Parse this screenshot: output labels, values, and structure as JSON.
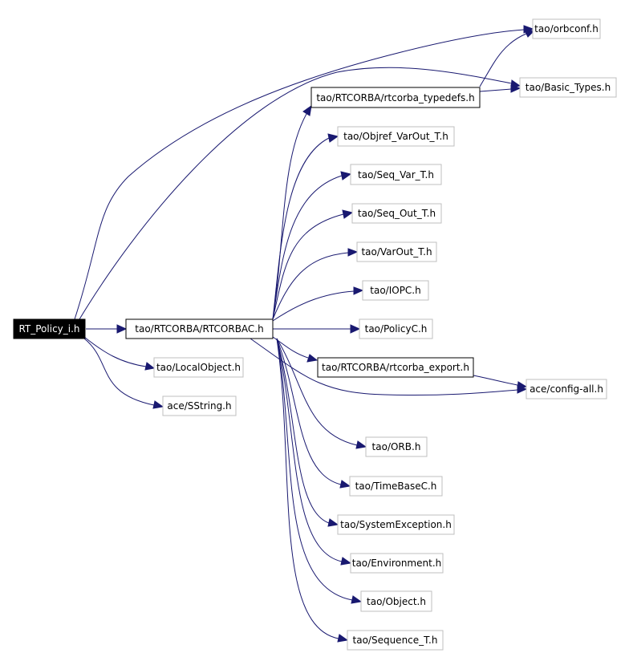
{
  "graph": {
    "nodes": {
      "root": "RT_Policy_i.h",
      "rtcorbac": "tao/RTCORBA/RTCORBAC.h",
      "typedefs": "tao/RTCORBA/rtcorba_typedefs.h",
      "export": "tao/RTCORBA/rtcorba_export.h",
      "orbconf": "tao/orbconf.h",
      "basic_types": "tao/Basic_Types.h",
      "objref_varout": "tao/Objref_VarOut_T.h",
      "seq_var": "tao/Seq_Var_T.h",
      "seq_out": "tao/Seq_Out_T.h",
      "varout": "tao/VarOut_T.h",
      "iopc": "tao/IOPC.h",
      "policyc": "tao/PolicyC.h",
      "config_all": "ace/config-all.h",
      "orb": "tao/ORB.h",
      "timebasec": "tao/TimeBaseC.h",
      "system_exception": "tao/SystemException.h",
      "environment": "tao/Environment.h",
      "object": "tao/Object.h",
      "sequence_t": "tao/Sequence_T.h",
      "local_object": "tao/LocalObject.h",
      "sstring": "ace/SString.h"
    }
  },
  "colors": {
    "edge": "#191970",
    "root_fill": "#000000",
    "root_text": "#ffffff",
    "documented_border": "#000000",
    "external_border": "#bfbfbf"
  }
}
